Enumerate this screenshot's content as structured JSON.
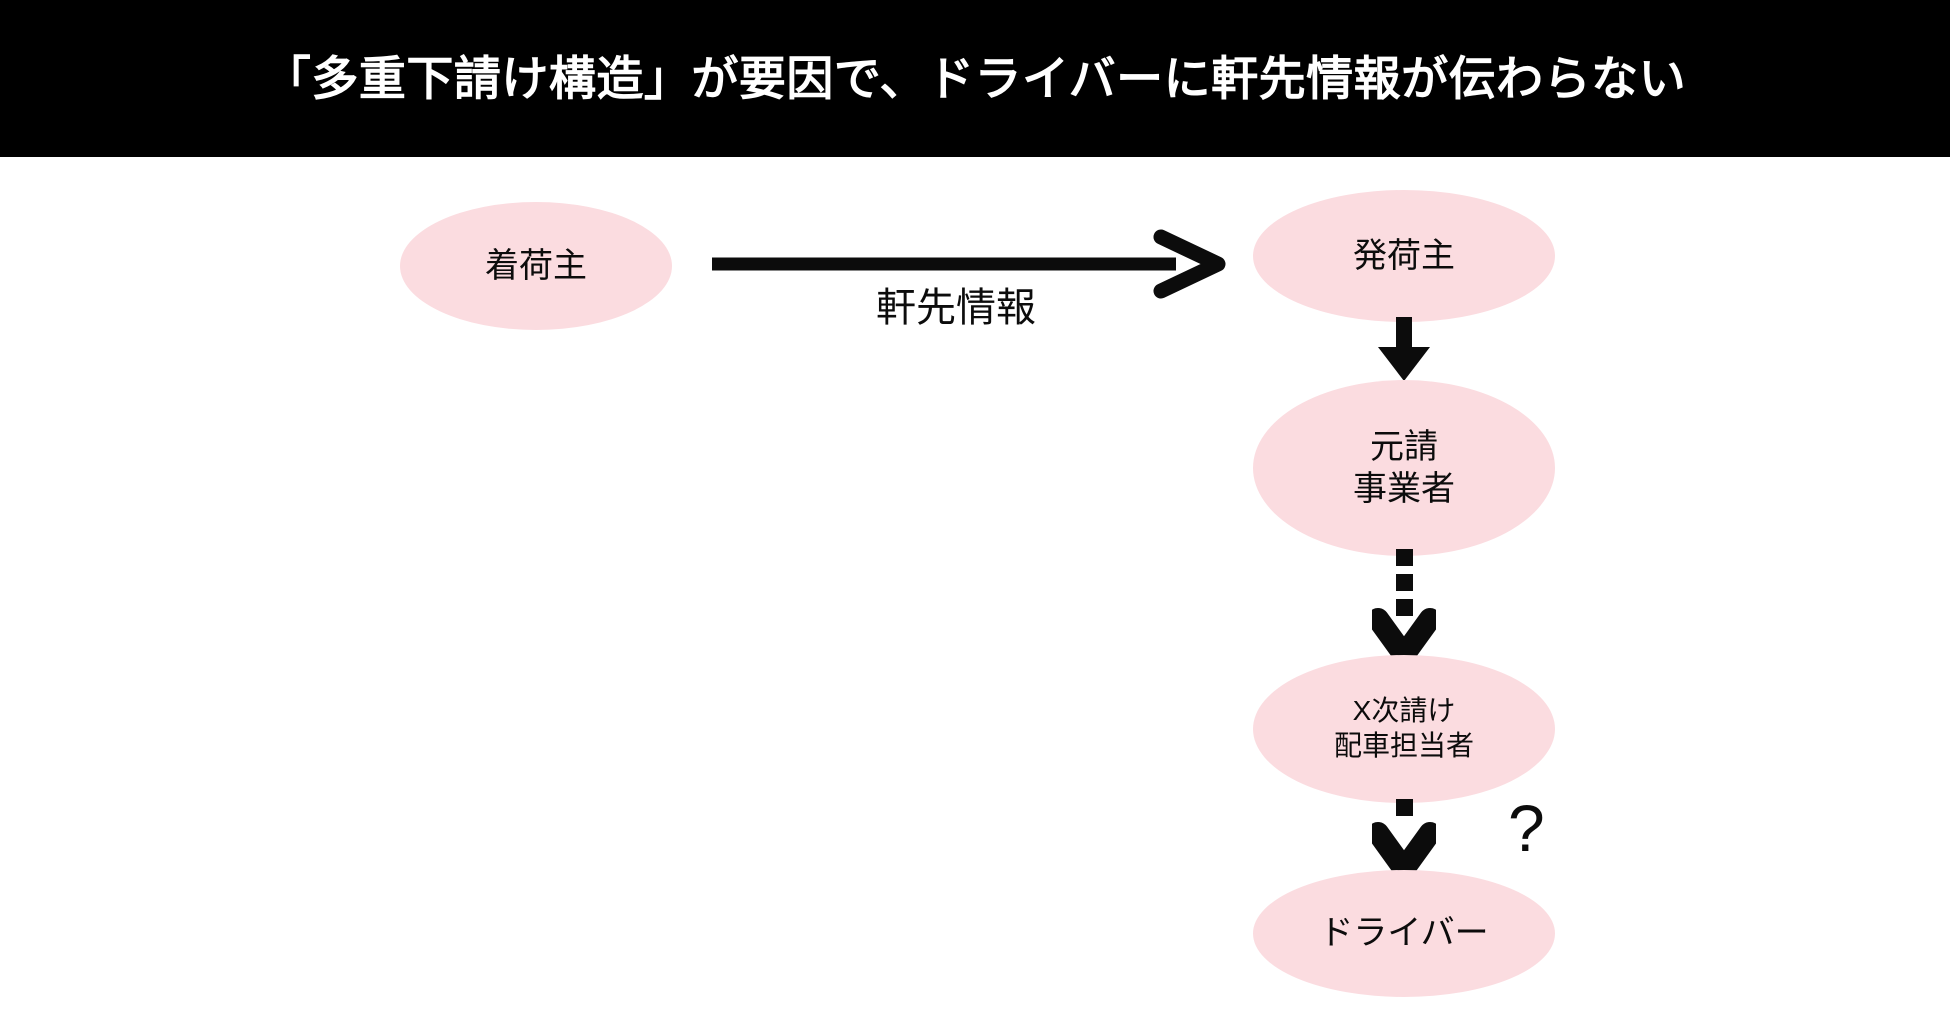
{
  "header": {
    "title": "「多重下請け構造」が要因で、ドライバーに軒先情報が伝わらない",
    "background_color": "#000000",
    "text_color": "#ffffff"
  },
  "theme": {
    "node_fill": "#fbdce0",
    "node_text_color": "#0c0c0c",
    "arrow_color": "#0c0c0c",
    "canvas_background": "#ffffff"
  },
  "diagram": {
    "type": "flow",
    "nodes": [
      {
        "id": "receiver",
        "label": "着荷主",
        "lines": [
          "着荷主"
        ],
        "shape": "ellipse",
        "column": "left"
      },
      {
        "id": "shipper",
        "label": "発荷主",
        "lines": [
          "発荷主"
        ],
        "shape": "ellipse",
        "column": "right"
      },
      {
        "id": "prime",
        "label": "元請事業者",
        "lines": [
          "元請",
          "事業者"
        ],
        "shape": "ellipse",
        "column": "right"
      },
      {
        "id": "subcontractor",
        "label": "X次請け配車担当者",
        "lines": [
          "X次請け",
          "配車担当者"
        ],
        "shape": "ellipse",
        "column": "right"
      },
      {
        "id": "driver",
        "label": "ドライバー",
        "lines": [
          "ドライバー"
        ],
        "shape": "ellipse",
        "column": "right"
      }
    ],
    "edges": [
      {
        "id": "receiver-to-shipper",
        "from": "receiver",
        "to": "shipper",
        "label": "軒先情報",
        "style": "solid",
        "direction": "right"
      },
      {
        "id": "shipper-to-prime",
        "from": "shipper",
        "to": "prime",
        "label": "",
        "style": "solid",
        "direction": "down"
      },
      {
        "id": "prime-to-subcontractor",
        "from": "prime",
        "to": "subcontractor",
        "label": "",
        "style": "dotted",
        "direction": "down"
      },
      {
        "id": "subcontractor-to-driver",
        "from": "subcontractor",
        "to": "driver",
        "label": "",
        "style": "dotted",
        "direction": "down"
      }
    ],
    "annotations": [
      {
        "id": "uncertainty",
        "text": "?",
        "near": "driver"
      }
    ]
  }
}
